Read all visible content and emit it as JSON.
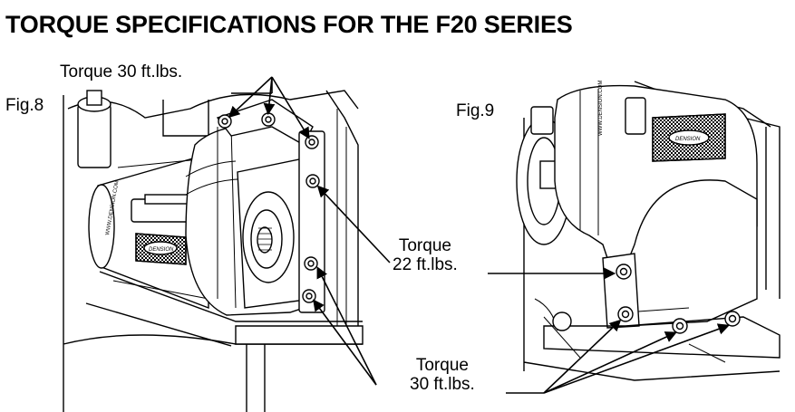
{
  "title": "TORQUE SPECIFICATIONS FOR THE F20 SERIES",
  "fig8": {
    "label": "Fig.8",
    "callout_top": "Torque 30 ft.lbs.",
    "callout_mid_line1": "Torque",
    "callout_mid_line2": "22 ft.lbs.",
    "plate_text": "DENSION"
  },
  "fig9": {
    "label": "Fig.9",
    "callout_bottom_line1": "Torque",
    "callout_bottom_line2": "30 ft.lbs.",
    "plate_text": "DENSION"
  }
}
